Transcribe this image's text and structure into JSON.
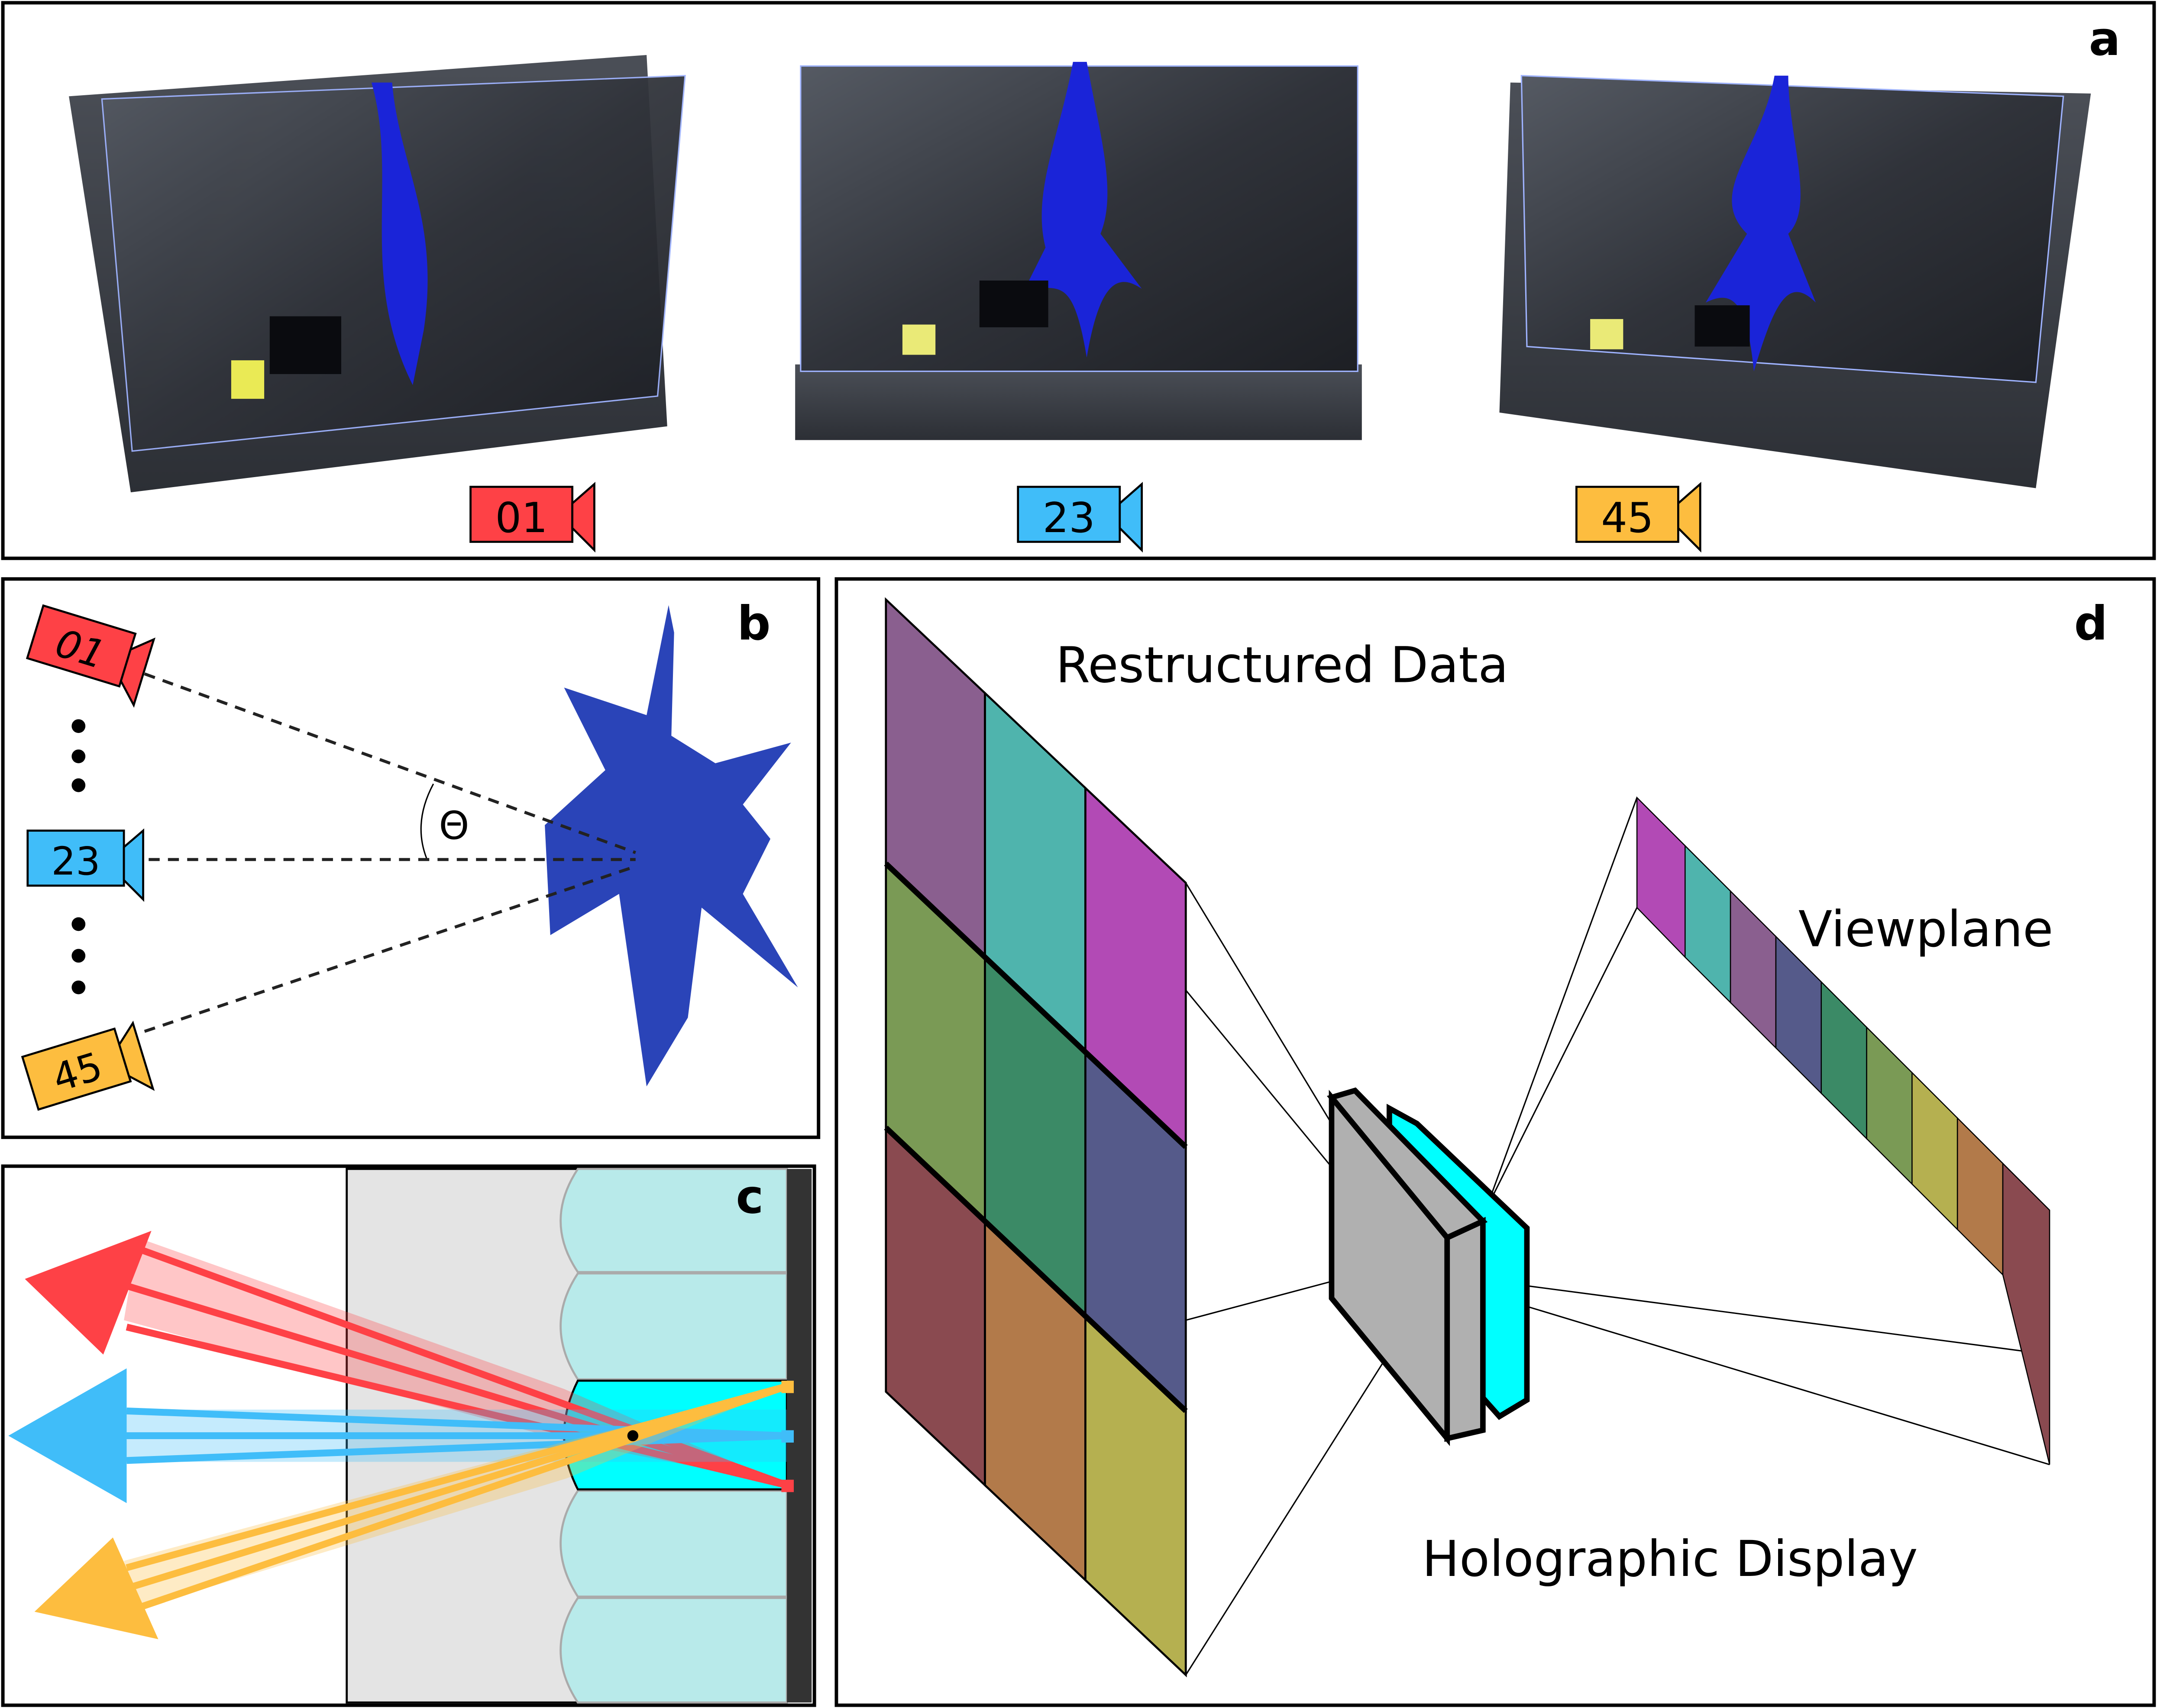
{
  "panels": {
    "a": {
      "label": "a",
      "cameras": [
        "01",
        "23",
        "45"
      ]
    },
    "b": {
      "label": "b",
      "cameras": [
        "01",
        "23",
        "45"
      ],
      "angle_symbol": "Θ"
    },
    "c": {
      "label": "c"
    },
    "d": {
      "label": "d",
      "restructured_label": "Restructured Data",
      "viewplane_label": "Viewplane",
      "display_label": "Holographic Display"
    }
  },
  "colors": {
    "red": "#fe4146",
    "blue": "#40bdf9",
    "orange": "#fdbd3f",
    "cyan": "#00ffff",
    "hexapod_blue": "#2a44b8",
    "lens_fill": "#b8eaea",
    "screen_gray": "#e4e4e4"
  }
}
